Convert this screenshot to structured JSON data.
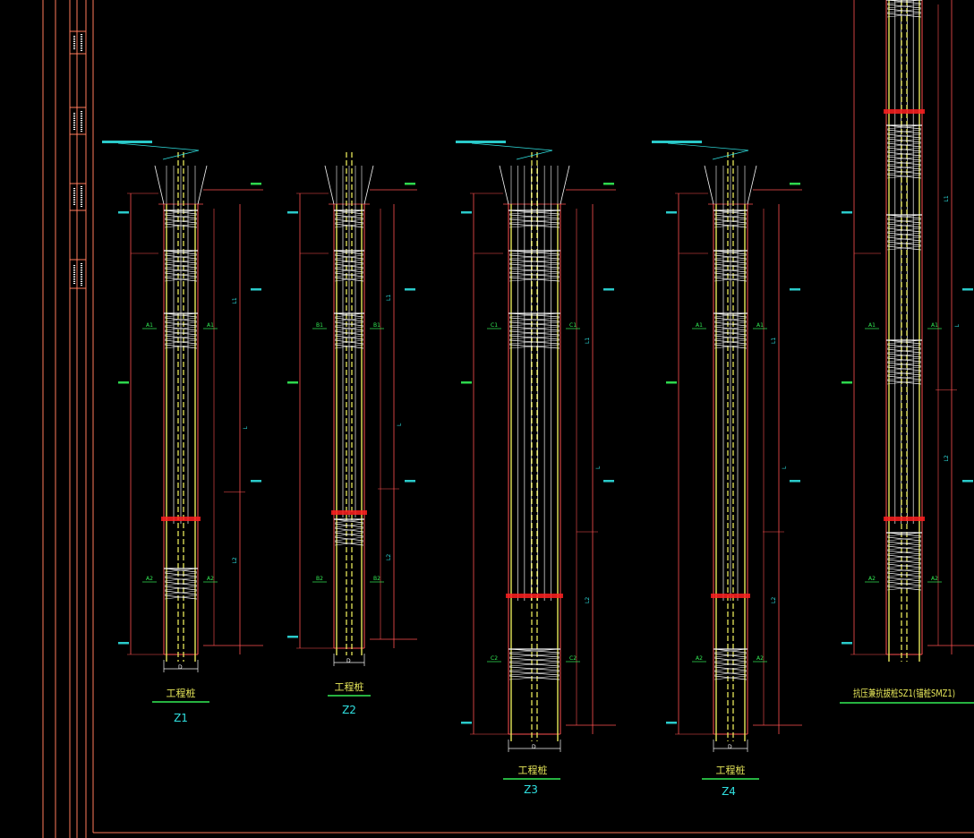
{
  "colors": {
    "background": "#000000",
    "outline": "#ff5050",
    "rebar": "#f5f5f5",
    "main_bar": "#e8e85a",
    "dimension": "#2fe0e0",
    "note": "#33ee55",
    "cage_ring": "#ff2020",
    "frame": "#ff7a5a"
  },
  "piles": [
    {
      "id": "z1",
      "title": "工程桩",
      "code": "Z1",
      "dim": "D"
    },
    {
      "id": "z2",
      "title": "工程桩",
      "code": "Z2",
      "dim": "D"
    },
    {
      "id": "z3",
      "title": "工程桩",
      "code": "Z3",
      "dim": "D"
    },
    {
      "id": "z4",
      "title": "工程桩",
      "code": "Z4",
      "dim": "D"
    },
    {
      "id": "sz1",
      "title": "抗压兼抗拔桩SZ1(锚桩SMZ1)",
      "code": "",
      "dim": ""
    }
  ],
  "dimension_marks": {
    "l": "L",
    "l1": "L1",
    "l2": "L2",
    "a1": "A1",
    "a2": "A2",
    "b1": "B1",
    "b2": "B2",
    "c1": "C1",
    "c2": "C2"
  }
}
